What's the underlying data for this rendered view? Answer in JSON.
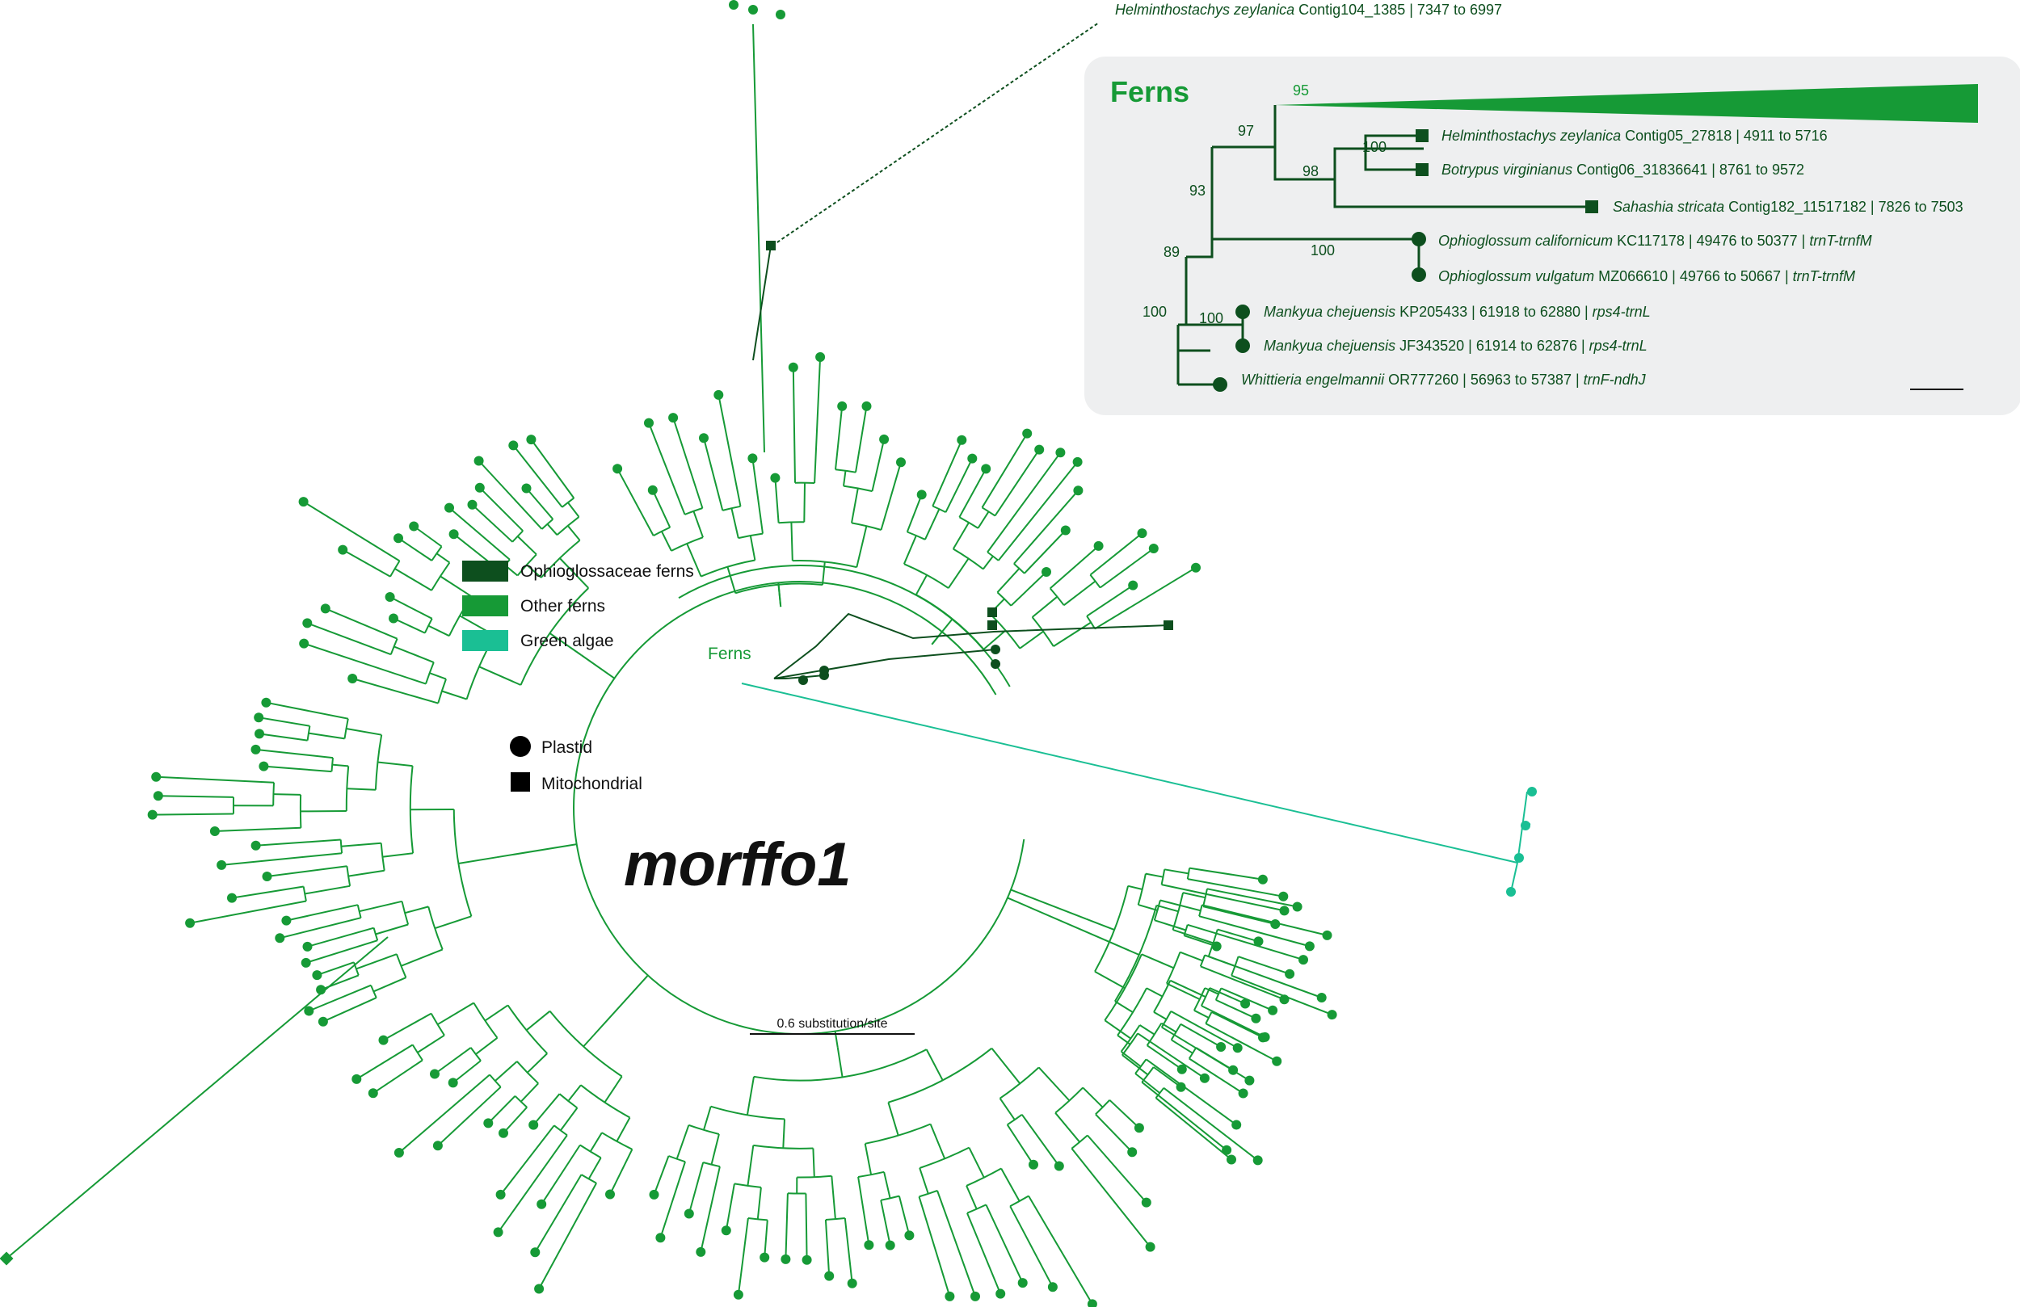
{
  "colors": {
    "ophio": "#0d4f1e",
    "other_ferns": "#169a36",
    "algae": "#1abf94",
    "inset_bg": "#eeeff0"
  },
  "main_label": "morffo1",
  "ferns_label": "Ferns",
  "scale_bar_label": "0.6 substitution/site",
  "top_callout": {
    "species": "Helminthostachys zeylanica",
    "rest": " Contig104_1385 | 7347 to 6997"
  },
  "legend": {
    "items": [
      {
        "label": "Ophioglossaceae ferns",
        "color_key": "ophio"
      },
      {
        "label": "Other ferns",
        "color_key": "other_ferns"
      },
      {
        "label": "Green algae",
        "color_key": "algae"
      }
    ],
    "shapes": [
      {
        "label": "Plastid",
        "shape": "circle"
      },
      {
        "label": "Mitochondrial",
        "shape": "square"
      }
    ]
  },
  "inset": {
    "title": "Ferns",
    "support": [
      "95",
      "97",
      "100",
      "98",
      "93",
      "100",
      "89",
      "100",
      "100"
    ],
    "taxa": [
      {
        "species": "Helminthostachys zeylanica",
        "rest": " Contig05_27818 | 4911 to 5716",
        "region": ""
      },
      {
        "species": "Botrypus virginianus",
        "rest": " Contig06_31836641 | 8761 to 9572",
        "region": ""
      },
      {
        "species": "Sahashia stricata",
        "rest": " Contig182_11517182 | 7826 to 7503",
        "region": ""
      },
      {
        "species": "Ophioglossum californicum",
        "rest": " KC117178 | 49476 to 50377 | ",
        "region": "trnT-trnfM"
      },
      {
        "species": "Ophioglossum vulgatum",
        "rest": " MZ066610 | 49766 to 50667 | ",
        "region": "trnT-trnfM"
      },
      {
        "species": "Mankyua chejuensis",
        "rest": " KP205433 | 61918 to 62880 | ",
        "region": "rps4-trnL"
      },
      {
        "species": "Mankyua chejuensis",
        "rest": " JF343520 | 61914 to 62876 | ",
        "region": "rps4-trnL"
      },
      {
        "species": "Whittieria engelmannii",
        "rest": " OR777260 | 56963 to 57387 | ",
        "region": "trnF-ndhJ"
      }
    ]
  }
}
